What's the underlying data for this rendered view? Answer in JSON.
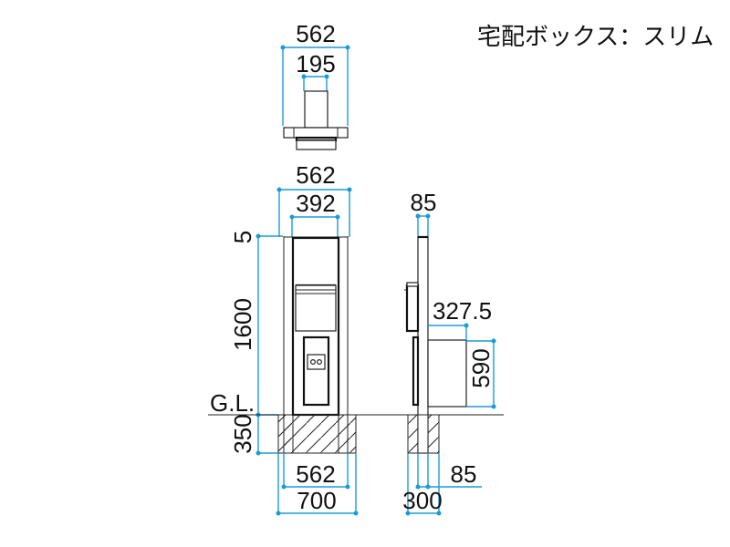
{
  "title": "宅配ボックス：スリム",
  "colors": {
    "dimension_line": "#1a9bd7",
    "outline": "#222222",
    "text": "#111111",
    "background": "#ffffff"
  },
  "top_view": {
    "outer_width": "562",
    "inner_width": "195"
  },
  "front_view": {
    "outer_width_top": "562",
    "inner_width_top": "392",
    "top_offset": "5",
    "height_above_ground": "1600",
    "ground_label": "G.L.",
    "embed_depth": "350",
    "base_width": "562",
    "foundation_width": "700"
  },
  "side_view": {
    "post_thickness": "85",
    "mailbox_projection": "327.5",
    "box_height": "590",
    "base_thickness": "85",
    "foundation_width": "300"
  }
}
